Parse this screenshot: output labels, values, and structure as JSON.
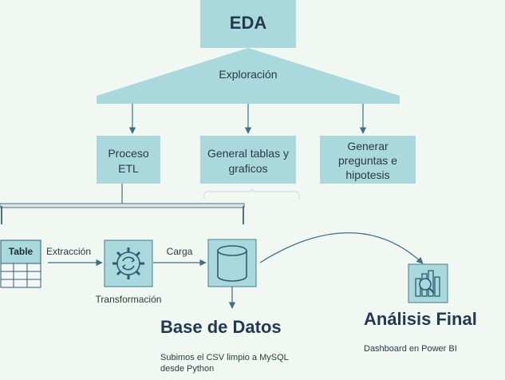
{
  "eda": {
    "title": "EDA",
    "subtitle": "Exploración"
  },
  "branches": [
    {
      "label": "Proceso ETL"
    },
    {
      "label": "General tablas y graficos"
    },
    {
      "label": "Generar preguntas e hipotesis"
    }
  ],
  "pipeline": {
    "table_label": "Table",
    "extract_label": "Extracción",
    "load_label": "Carga",
    "transform_label": "Transformación"
  },
  "database": {
    "title": "Base de Datos",
    "description": "Subimos el CSV limpio a MySQL desde Python"
  },
  "analysis": {
    "title": "Análisis Final",
    "description": "Dashboard en Power BI"
  },
  "colors": {
    "background": "#f0f8f1",
    "box_fill": "#a9d9dc",
    "line": "#3e6f8a",
    "text": "#2b3a42",
    "title_text": "#213a52"
  }
}
